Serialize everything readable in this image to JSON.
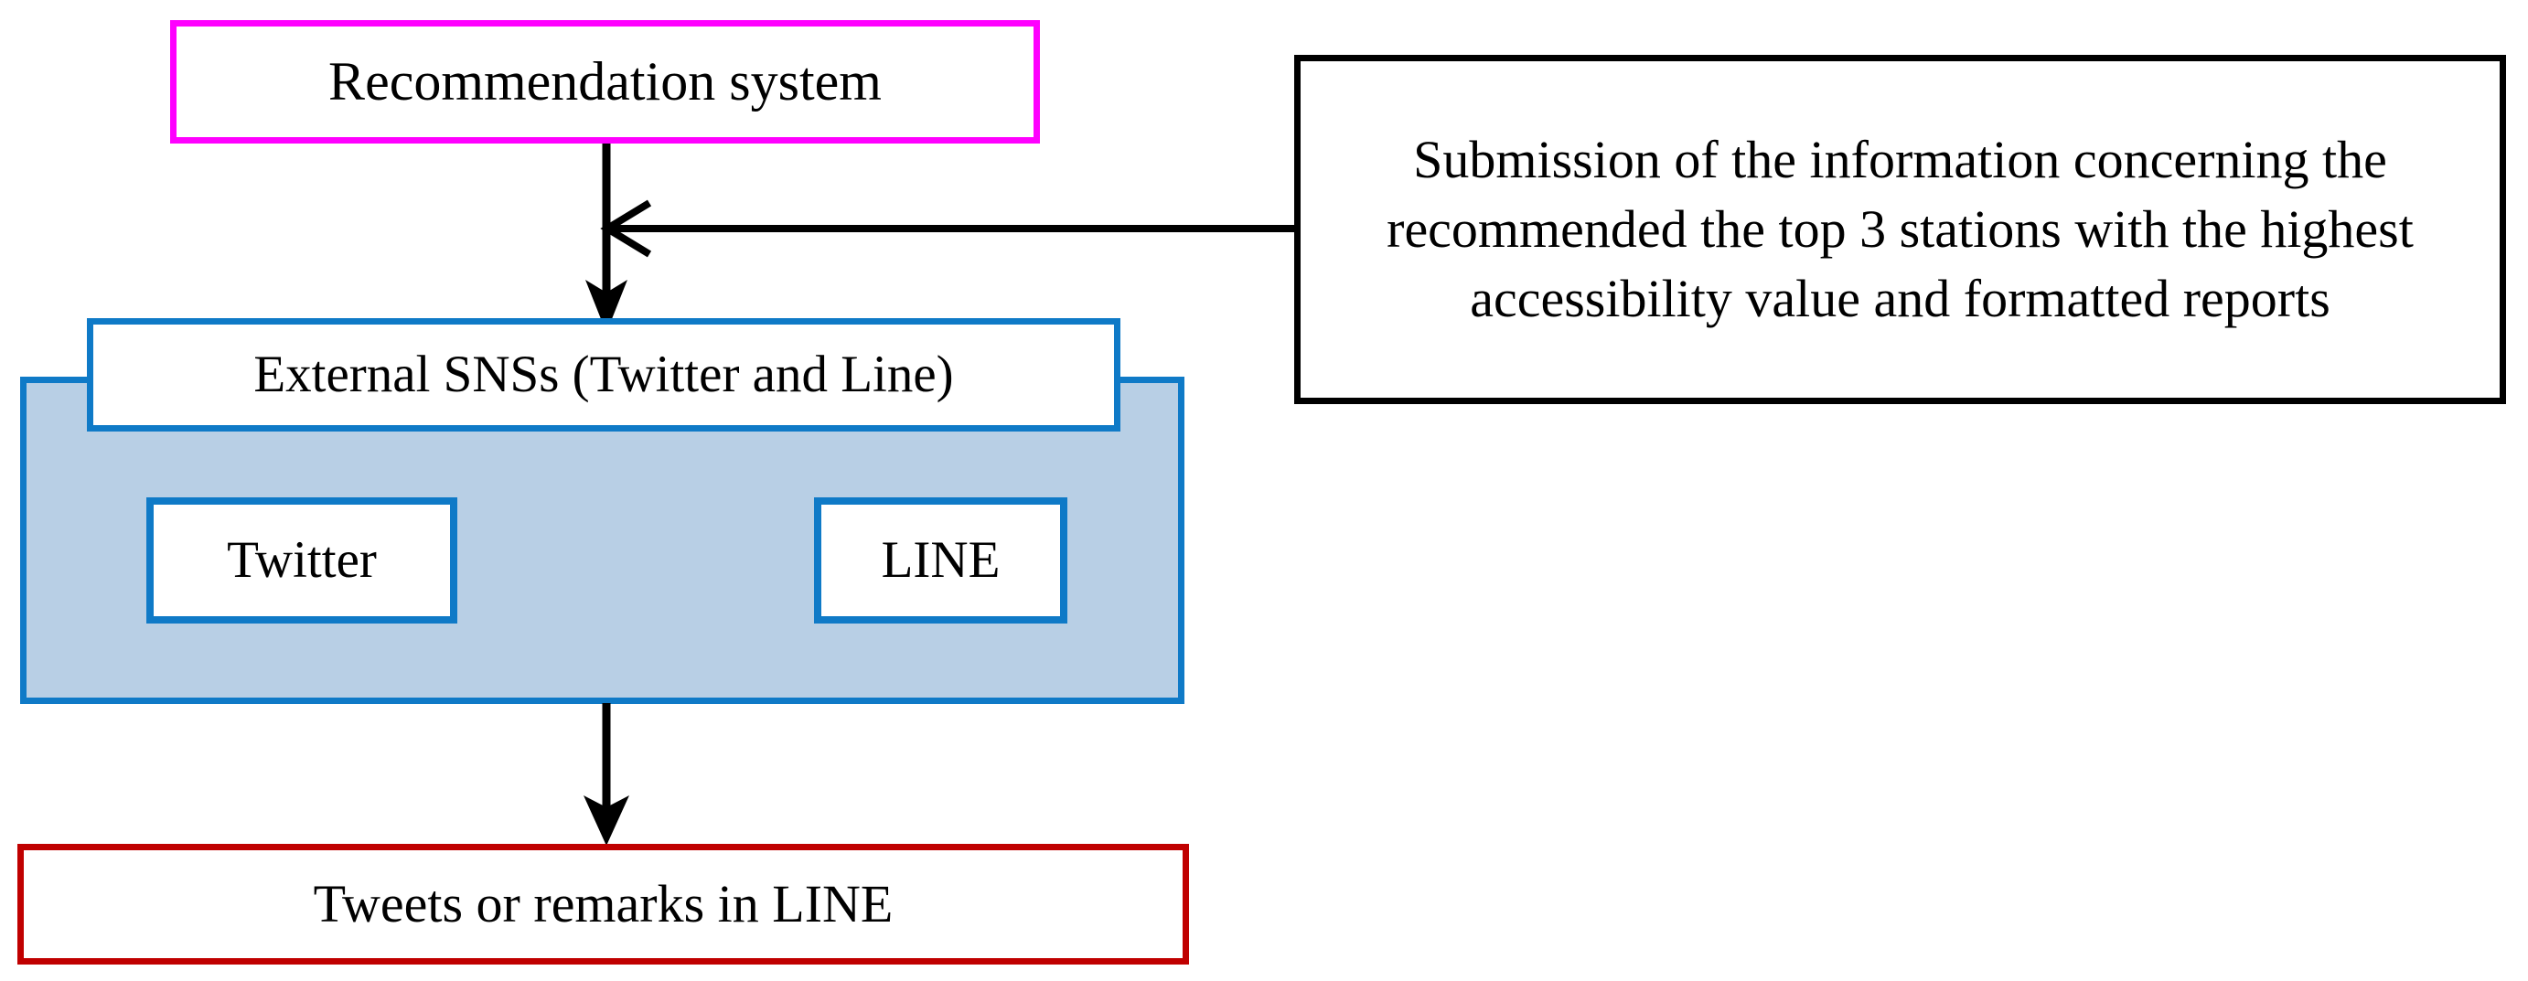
{
  "diagram": {
    "title": "Recommendation system to external SNSs flow",
    "colors": {
      "magenta_border": "#ff00ff",
      "blue_border": "#0f7ac7",
      "blue_fill": "#b8cfe5",
      "red_border": "#c00000",
      "black_border": "#000000",
      "arrow": "#000000",
      "background": "#ffffff"
    },
    "nodes": {
      "recommendation_system": {
        "label": "Recommendation system",
        "border_color": "#ff00ff"
      },
      "submission_note": {
        "label": "Submission of the information concerning the recommended the top 3 stations with the highest accessibility value and formatted reports",
        "border_color": "#000000"
      },
      "external_snss": {
        "label": "External SNSs (Twitter and Line)",
        "border_color": "#0f7ac7"
      },
      "twitter": {
        "label": "Twitter",
        "border_color": "#0f7ac7"
      },
      "line": {
        "label": "LINE",
        "border_color": "#0f7ac7"
      },
      "tweets_remarks": {
        "label": "Tweets or remarks in LINE",
        "border_color": "#c00000"
      }
    },
    "edges": [
      {
        "id": "recsys-to-snss",
        "from": "recommendation_system",
        "to": "external_snss",
        "direction": "down",
        "arrowhead": "filled",
        "label": ""
      },
      {
        "id": "note-to-trunk",
        "from": "submission_note",
        "to": "recsys-to-snss",
        "direction": "left",
        "arrowhead": "open",
        "label": ""
      },
      {
        "id": "snss-to-tweets",
        "from": "external_snss",
        "to": "tweets_remarks",
        "direction": "down",
        "arrowhead": "filled",
        "label": ""
      }
    ]
  }
}
